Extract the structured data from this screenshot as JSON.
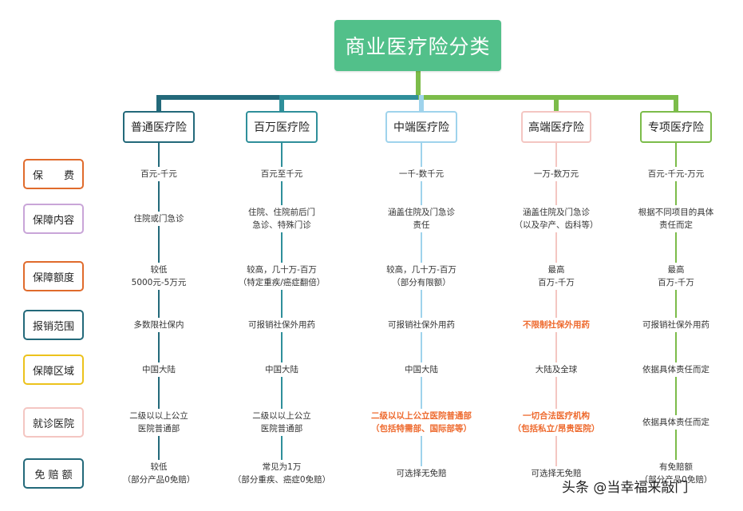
{
  "title": "商业医疗险分类",
  "columns": [
    {
      "name": "普通医疗险",
      "color": "#23697a"
    },
    {
      "name": "百万医疗险",
      "color": "#2f8f9a"
    },
    {
      "name": "中端医疗险",
      "color": "#9fd3ec"
    },
    {
      "name": "高端医疗险",
      "color": "#f4c6c2"
    },
    {
      "name": "专项医疗险",
      "color": "#7cbc4a"
    }
  ],
  "rows": [
    {
      "label": "保　　费",
      "color": "#e06b2c"
    },
    {
      "label": "保障内容",
      "color": "#c9a5d8"
    },
    {
      "label": "保障额度",
      "color": "#e06b2c"
    },
    {
      "label": "报销范围",
      "color": "#23697a"
    },
    {
      "label": "保障区域",
      "color": "#ecc21c"
    },
    {
      "label": "就诊医院",
      "color": "#f4c6c2"
    },
    {
      "label": "免 赔 额",
      "color": "#23697a"
    }
  ],
  "cells": [
    [
      {
        "lines": [
          "百元-千元"
        ],
        "highlight": false
      },
      {
        "lines": [
          "百元至千元"
        ],
        "highlight": false
      },
      {
        "lines": [
          "一千-数千元"
        ],
        "highlight": false
      },
      {
        "lines": [
          "一万-数万元"
        ],
        "highlight": false
      },
      {
        "lines": [
          "百元-千元-万元"
        ],
        "highlight": false
      }
    ],
    [
      {
        "lines": [
          "住院或门急诊"
        ],
        "highlight": false
      },
      {
        "lines": [
          "住院、住院前后门",
          "急诊、特殊门诊"
        ],
        "highlight": false
      },
      {
        "lines": [
          "涵盖住院及门急诊",
          "责任"
        ],
        "highlight": false
      },
      {
        "lines": [
          "涵盖住院及门急诊",
          "（以及孕产、齿科等）"
        ],
        "highlight": false
      },
      {
        "lines": [
          "根据不同项目的具体",
          "责任而定"
        ],
        "highlight": false
      }
    ],
    [
      {
        "lines": [
          "较低",
          "5000元-5万元"
        ],
        "highlight": false
      },
      {
        "lines": [
          "较高，几十万-百万",
          "（特定重疾/癌症翻倍）"
        ],
        "highlight": false
      },
      {
        "lines": [
          "较高，几十万-百万",
          "（部分有限额）"
        ],
        "highlight": false
      },
      {
        "lines": [
          "最高",
          "百万-千万"
        ],
        "highlight": false
      },
      {
        "lines": [
          "最高",
          "百万-千万"
        ],
        "highlight": false
      }
    ],
    [
      {
        "lines": [
          "多数限社保内"
        ],
        "highlight": false
      },
      {
        "lines": [
          "可报销社保外用药"
        ],
        "highlight": false
      },
      {
        "lines": [
          "可报销社保外用药"
        ],
        "highlight": false
      },
      {
        "lines": [
          "不限制社保外用药"
        ],
        "highlight": true
      },
      {
        "lines": [
          "可报销社保外用药"
        ],
        "highlight": false
      }
    ],
    [
      {
        "lines": [
          "中国大陆"
        ],
        "highlight": false
      },
      {
        "lines": [
          "中国大陆"
        ],
        "highlight": false
      },
      {
        "lines": [
          "中国大陆"
        ],
        "highlight": false
      },
      {
        "lines": [
          "大陆及全球"
        ],
        "highlight": false
      },
      {
        "lines": [
          "依据具体责任而定"
        ],
        "highlight": false
      }
    ],
    [
      {
        "lines": [
          "二级以以上公立",
          "医院普通部"
        ],
        "highlight": false
      },
      {
        "lines": [
          "二级以以上公立",
          "医院普通部"
        ],
        "highlight": false
      },
      {
        "lines": [
          "二级以以上公立医院普通部",
          "（包括特需部、国际部等）"
        ],
        "highlight": true
      },
      {
        "lines": [
          "一切合法医疗机构",
          "（包括私立/昂贵医院）"
        ],
        "highlight": true
      },
      {
        "lines": [
          "依据具体责任而定"
        ],
        "highlight": false
      }
    ],
    [
      {
        "lines": [
          "较低",
          "（部分产品0免赔）"
        ],
        "highlight": false
      },
      {
        "lines": [
          "常见为1万",
          "（部分重疾、癌症0免赔）"
        ],
        "highlight": false
      },
      {
        "lines": [
          "可选择无免赔"
        ],
        "highlight": false
      },
      {
        "lines": [
          "可选择无免赔"
        ],
        "highlight": false
      },
      {
        "lines": [
          "有免赔额",
          "（部分产品0免赔）"
        ],
        "highlight": false
      }
    ]
  ],
  "colors": {
    "title_bg": "#52c08a",
    "highlight_text": "#ee6a2e",
    "branch_left": "#23697a",
    "branch_mid": "#2f8f9a",
    "branch_center": "#9fd3ec",
    "branch_right": "#7cbc4a"
  },
  "watermark": "头条 @当幸福来敲门"
}
